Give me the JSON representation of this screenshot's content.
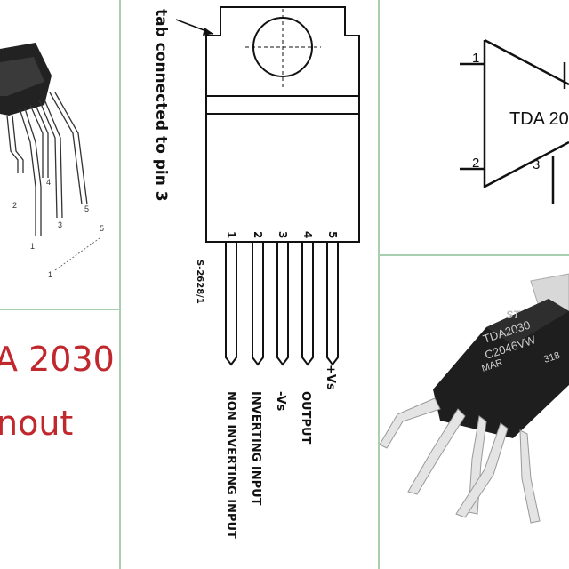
{
  "colors": {
    "title": "#c0282d",
    "frame": "#a8cfb0",
    "ink": "#111111",
    "chip": "#1e1e1e",
    "lead": "#e4e4e4"
  },
  "title": {
    "line1": "A 2030",
    "line2": "nout"
  },
  "package_drawing": {
    "tab_note": "tab connected to pin 3",
    "drawing_code": "S-2628/1",
    "pins": [
      {
        "number": "1",
        "label": "NON INVERTING INPUT"
      },
      {
        "number": "2",
        "label": "INVERTING INPUT"
      },
      {
        "number": "3",
        "label": "-Vs"
      },
      {
        "number": "4",
        "label": "OUTPUT"
      },
      {
        "number": "5",
        "label": "+Vs"
      }
    ]
  },
  "schematic": {
    "chip_label": "TDA 20",
    "pins": [
      "1",
      "2",
      "3"
    ]
  },
  "sketch": {
    "pin_labels": [
      "2",
      "3",
      "4",
      "5",
      "1",
      "5",
      "1"
    ]
  },
  "photo": {
    "marking_lines": [
      "TDA2030",
      "C2046VW",
      "MAR",
      "318"
    ],
    "logo": "ST"
  }
}
